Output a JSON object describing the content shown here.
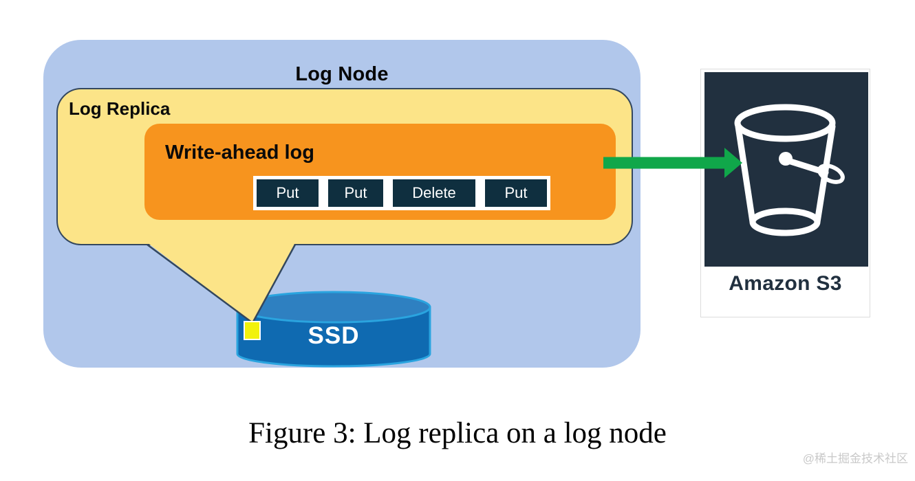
{
  "diagram": {
    "log_node": {
      "label": "Log Node"
    },
    "log_replica": {
      "label": "Log Replica"
    },
    "wal": {
      "label": "Write-ahead log",
      "entries": [
        "Put",
        "Put",
        "Delete",
        "Put"
      ]
    },
    "ssd": {
      "label": "SSD"
    },
    "s3": {
      "label": "Amazon S3"
    },
    "icons": {
      "s3_bucket": "s3-bucket-icon",
      "flush_arrow": "arrow-right-icon",
      "callout_tail": "callout-tail-shape",
      "ssd_cylinder": "cylinder-shape",
      "wal_marker": "yellow-marker-square"
    },
    "colors": {
      "node_fill": "#b1c7eb",
      "replica_fill": "#fce488",
      "replica_border": "#33475e",
      "wal_fill": "#f7941e",
      "entry_fill": "#0f2f3f",
      "arrow_green": "#10a74a",
      "s3_square": "#21303f",
      "ssd_body": "#0f6ab1",
      "ssd_top": "#2e80c1",
      "ssd_outline": "#2aa4df",
      "marker_yellow": "#f2f20c"
    }
  },
  "caption": "Figure 3: Log replica on a log node",
  "watermark": "@稀土掘金技术社区"
}
